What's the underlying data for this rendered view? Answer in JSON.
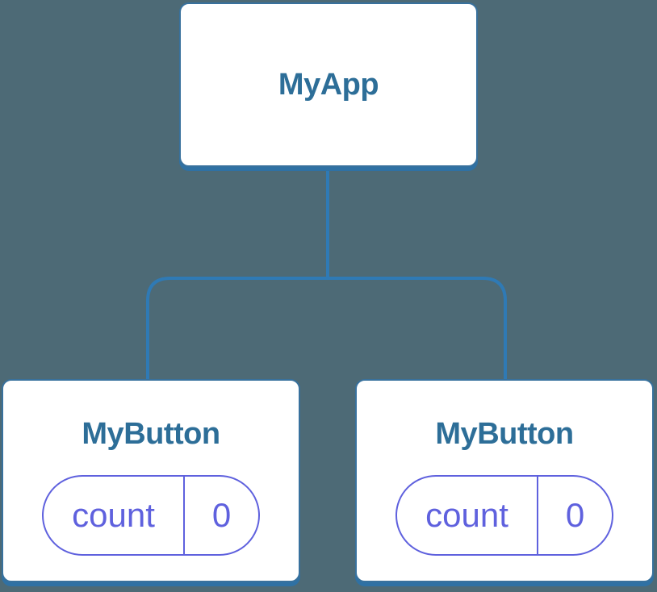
{
  "diagram": {
    "type": "component-tree",
    "background_color": "#4d6a76",
    "connector_color": "#2f7ab5",
    "node_border_color": "#38719d",
    "node_bottom_edge_color": "#2f71a4",
    "node_background_color": "#ffffff",
    "node_label_color": "#2d6e98",
    "state_accent_color": "#5f61de",
    "root": {
      "label": "MyApp"
    },
    "children": [
      {
        "label": "MyButton",
        "state": {
          "name": "count",
          "value": "0"
        }
      },
      {
        "label": "MyButton",
        "state": {
          "name": "count",
          "value": "0"
        }
      }
    ]
  }
}
